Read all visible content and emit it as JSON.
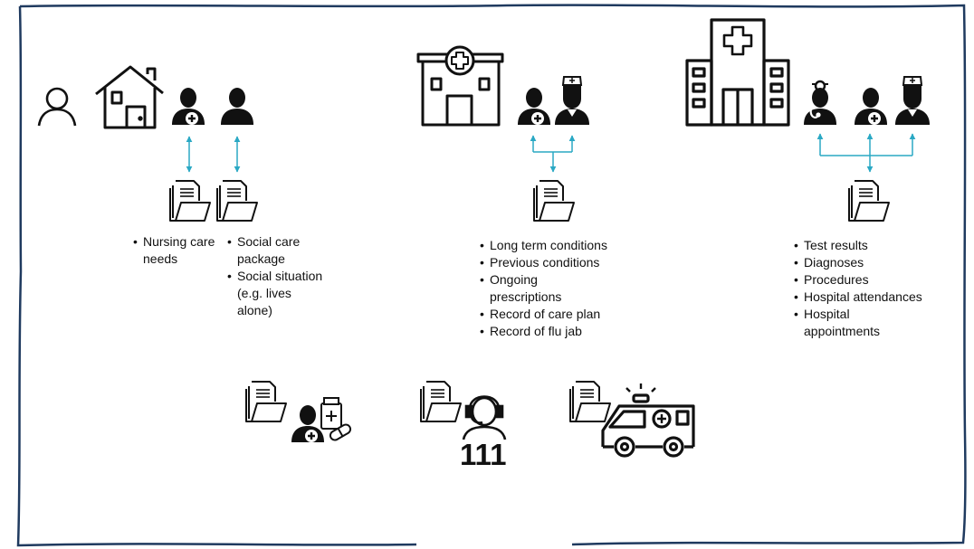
{
  "colors": {
    "connector": "#2aa8c4",
    "ink": "#111111",
    "frame": "#1f3a5f"
  },
  "icons": [
    "person-outline-icon",
    "home-icon",
    "doctor-icon",
    "person-icon",
    "gp-surgery-icon",
    "nurse-icon",
    "hospital-icon",
    "folder-icon",
    "pharmacist-icon",
    "call-handler-icon",
    "ambulance-icon"
  ],
  "care_home": {
    "nursing_items": [
      "Nursing care needs"
    ],
    "social_items": [
      "Social care package",
      "Social situation (e.g. lives alone)"
    ]
  },
  "gp": {
    "items": [
      "Long term conditions",
      "Previous conditions",
      "Ongoing prescriptions",
      "Record of care plan",
      "Record of flu jab"
    ]
  },
  "hospital": {
    "items": [
      "Test results",
      "Diagnoses",
      "Procedures",
      "Hospital attendances",
      "Hospital appointments"
    ]
  },
  "services": {
    "nhs111_label": "111"
  }
}
